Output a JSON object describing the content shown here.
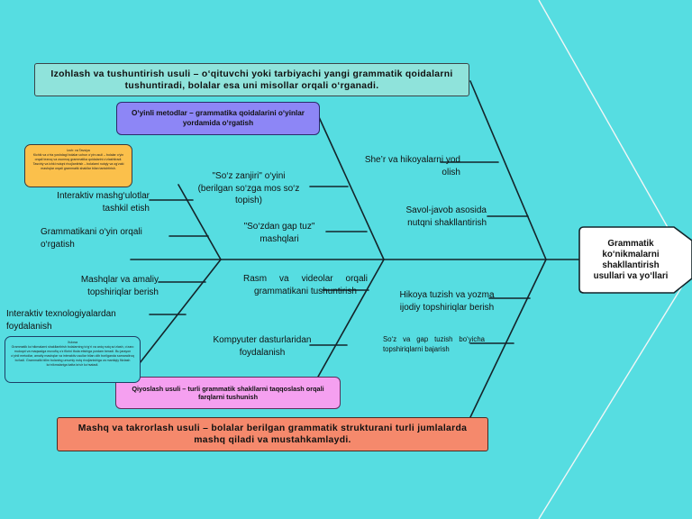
{
  "head": "Grammatik ko‘nikmalarni shakllantirish usullari va yo‘llari",
  "top_main": "Izohlash va tushuntirish usuli – o‘qituvchi yoki tarbiyachi yangi grammatik qoidalarni tushuntiradi, bolalar esa uni misollar orqali o‘rganadi.",
  "bottom_main": "Mashq va takrorlash usuli – bolalar berilgan grammatik strukturani turli jumlalarda mashq qiladi va mustahkamlaydi.",
  "top_second": "O‘yinli metodlar – grammatika qoidalarini o‘yinlar yordamida o‘rgatish",
  "bottom_second": "Qiyoslash usuli – turli grammatik shakllarni taqqoslash orqali farqlarni tushunish",
  "labels": {
    "she_r": "She’r va hikoyalarni yod olish",
    "savol": "Savol-javob asosida nutqni shakllantirish",
    "zanjir": "\"So‘z zanjiri\" o‘yini (berilgan so‘zga mos so‘z topish)",
    "gap_tuz": "\"So‘zdan gap tuz\" mashqlari",
    "interaktiv_mashg": "Interaktiv mashg‘ulotlar tashkil etish",
    "grammatikani_oyin": "Grammatikani o‘yin orqali o‘rgatish",
    "mashqlar": "Mashqlar va amaliy topshiriqlar berish",
    "texnologiya": "Interaktiv texnologiyalardan foydalanish",
    "rasm": "Rasm va videolar orqali grammatikani tushuntirish",
    "kompyuter": "Kompyuter dasturlaridan foydalanish",
    "hikoya": "Hikoya tuzish va yozma ijodiy topshiriqlar berish",
    "soz_gap": "So‘z va gap tuzish bo‘yicha topshiriqlarni bajarish"
  },
  "note_yellow": {
    "title": "Izoh: va Tavsiya",
    "text": "Kichik va o‘rta yoshdagi bolalar uchun o‘yin usuli – bolalar o‘yin orqali tezroq va osonroq grammatika qoidalarini o‘zlashtiradi. Tasviriy va ichki nutqni rivojlantirish – bolalarni nutqiy va og‘zaki mashqlar orqali grammatik shakllar bilan tanishtirish."
  },
  "note_blue": {
    "title": "Xulosa",
    "text": "Grammatik ko‘nikmalarni shakllantirish bolalarning to‘g‘ri va aniq nutq so‘zlash, o‘zaro muloqot va maqsadga muvofiq o‘z fikrini ifoda etishiga yordam beradi. Bu jarayon o‘yinli metodlar, amaliy mashqlar va interaktiv usullar bilan olib borilganda samaraliroq bo‘ladi. Grammatik bilim bolaning umumiy nutq rivojlanishiga va mantiqiy fikrlash ko‘nikmalariga katta ta‘sir ko‘rsatadi."
  },
  "colors": {
    "background": "#56dde1",
    "top_main": "#8fe3db",
    "bottom_main": "#f5896c",
    "top_second": "#8d86f6",
    "bottom_second": "#f5a0f0",
    "note_yellow": "#fbc04b",
    "note_blue": "#56dde1",
    "head": "#ffffff"
  }
}
